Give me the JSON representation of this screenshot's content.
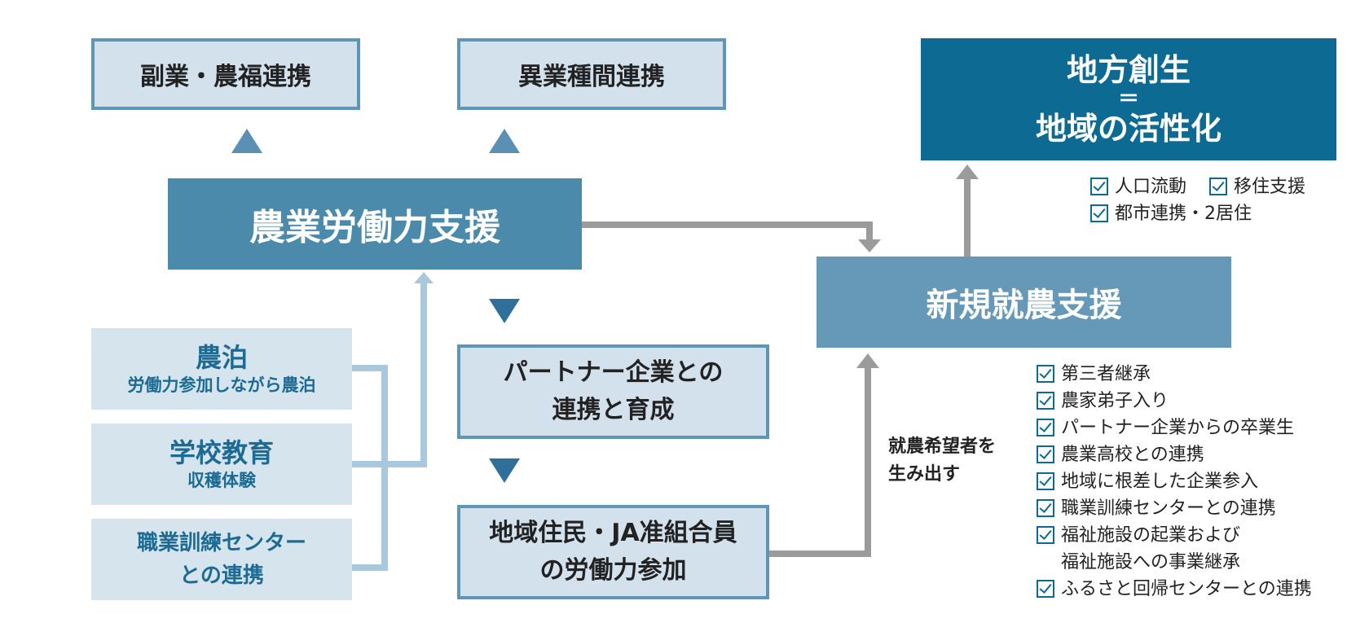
{
  "top_left": "副業・農福連携",
  "top_mid": "異業種間連携",
  "goal": {
    "line1": "地方創生",
    "line2": "＝",
    "line3": "地域の活性化"
  },
  "goal_checks": [
    "人口流動",
    "移住支援",
    "都市連携・2居住"
  ],
  "main": "農業労働力支援",
  "newfarm": "新規就農支援",
  "left_boxes": [
    {
      "title": "農泊",
      "sub": "労働力参加しながら農泊"
    },
    {
      "title": "学校教育",
      "sub": "収穫体験"
    },
    {
      "title": "職業訓練センター",
      "sub": "との連携"
    }
  ],
  "partner": {
    "line1": "パートナー企業との",
    "line2": "連携と育成"
  },
  "residents": {
    "line1": "地域住民・JA准組合員",
    "line2": "の労働力参加"
  },
  "aspirants": {
    "line1": "就農希望者を",
    "line2": "生み出す"
  },
  "newfarm_checks": [
    "第三者継承",
    "農家弟子入り",
    "パートナー企業からの卒業生",
    "農業高校との連携",
    "地域に根差した企業参入",
    "職業訓練センターとの連携",
    "福祉施設の起業および\n福祉施設への事業継承",
    "ふるさと回帰センターとの連携"
  ],
  "colors": {
    "dark": "#0d6a93",
    "mid": "#4b8aab",
    "light_fill": "#d6e4ee",
    "outline": "#5e96b8",
    "gray_arrow": "#9b9b9b",
    "light_line": "#a9c8de"
  }
}
